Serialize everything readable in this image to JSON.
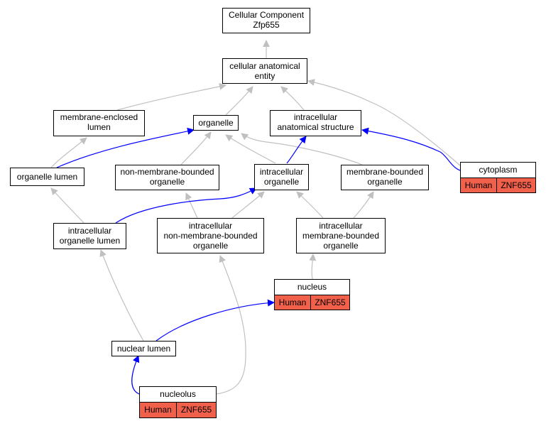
{
  "colors": {
    "edge_gray": "#c0c0c0",
    "edge_blue": "#0000ff",
    "tag_fill": "#f1604b",
    "node_border": "#000000"
  },
  "nodes": {
    "root": {
      "line1": "Cellular Component",
      "line2": "Zfp655"
    },
    "cellular_anatomical_entity": {
      "line1": "cellular anatomical",
      "line2": "entity"
    },
    "membrane_enclosed_lumen": {
      "line1": "membrane-enclosed",
      "line2": "lumen"
    },
    "organelle": {
      "line1": "organelle"
    },
    "intracellular_anatomical_structure": {
      "line1": "intracellular",
      "line2": "anatomical structure"
    },
    "organelle_lumen": {
      "line1": "organelle lumen"
    },
    "non_membrane_bounded_organelle": {
      "line1": "non-membrane-bounded",
      "line2": "organelle"
    },
    "intracellular_organelle": {
      "line1": "intracellular",
      "line2": "organelle"
    },
    "membrane_bounded_organelle": {
      "line1": "membrane-bounded",
      "line2": "organelle"
    },
    "intracellular_organelle_lumen": {
      "line1": "intracellular",
      "line2": "organelle lumen"
    },
    "intracellular_non_membrane_bounded_organelle": {
      "line1": "intracellular",
      "line2": "non-membrane-bounded",
      "line3": "organelle"
    },
    "intracellular_membrane_bounded_organelle": {
      "line1": "intracellular",
      "line2": "membrane-bounded",
      "line3": "organelle"
    },
    "nuclear_lumen": {
      "line1": "nuclear lumen"
    },
    "cytoplasm": {
      "title": "cytoplasm",
      "species": "Human",
      "gene": "ZNF655"
    },
    "nucleus": {
      "title": "nucleus",
      "species": "Human",
      "gene": "ZNF655"
    },
    "nucleolus": {
      "title": "nucleolus",
      "species": "Human",
      "gene": "ZNF655"
    }
  }
}
